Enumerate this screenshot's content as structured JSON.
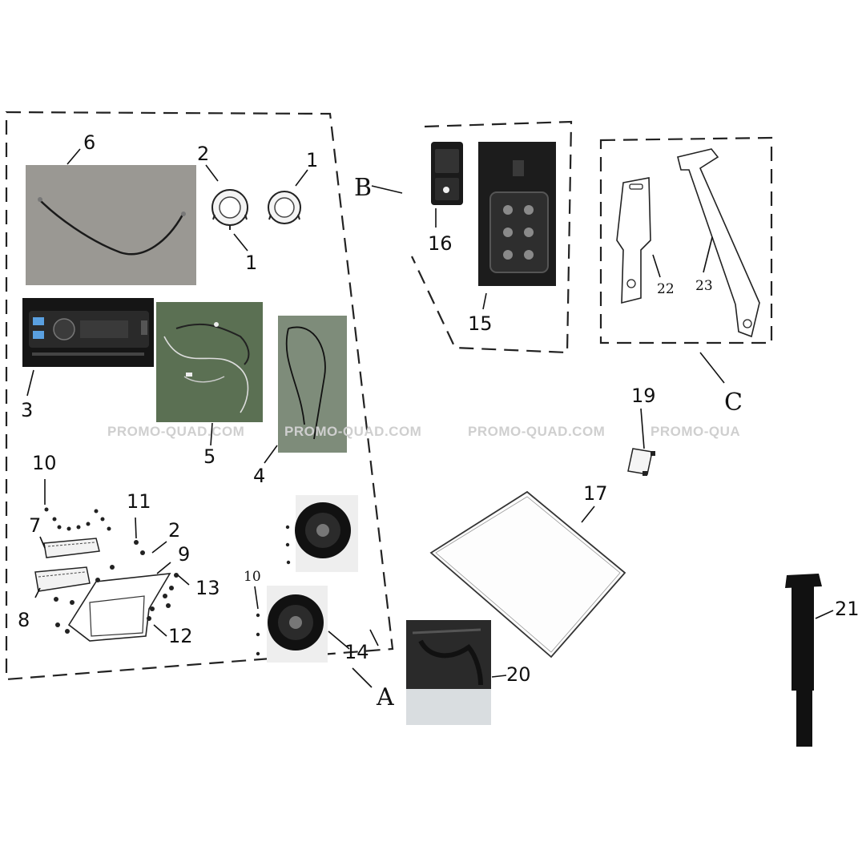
{
  "watermark": "PROMO-QUAD.COM",
  "watermark_partial": "PROMO-QUA",
  "groups": {
    "a": "A",
    "b": "B",
    "c": "C"
  },
  "callouts": {
    "p1a": "1",
    "p1b": "1",
    "p2a": "2",
    "p2b": "2",
    "p3": "3",
    "p4": "4",
    "p5": "5",
    "p6": "6",
    "p7": "7",
    "p8": "8",
    "p9": "9",
    "p10a": "10",
    "p10b": "10",
    "p11": "11",
    "p12": "12",
    "p13": "13",
    "p14": "14",
    "p15": "15",
    "p16": "16",
    "p17": "17",
    "p19": "19",
    "p20": "20",
    "p21": "21",
    "p22": "22",
    "p23": "23"
  }
}
